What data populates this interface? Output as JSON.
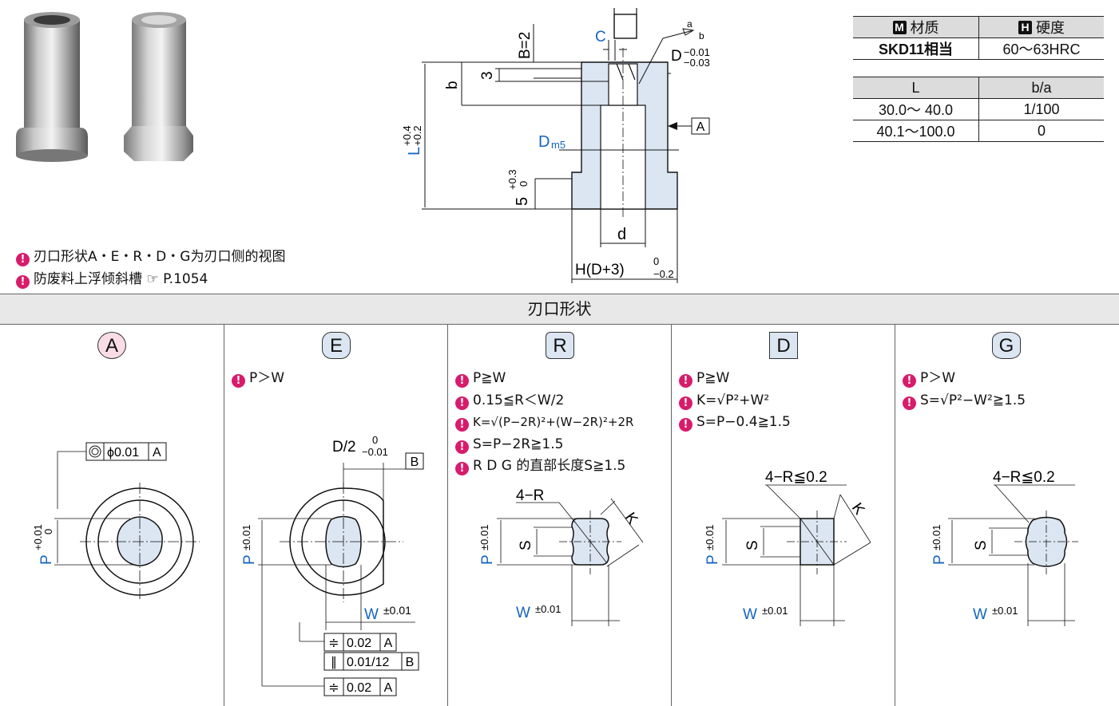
{
  "material_table": {
    "material_badge": "M",
    "material_header": "材质",
    "hardness_badge": "H",
    "hardness_header": "硬度",
    "material_value": "SKD11相当",
    "hardness_value": "60～63HRC"
  },
  "ratio_table": {
    "col1": "L",
    "col2": "b/a",
    "rows": [
      {
        "l": "30.0～ 40.0",
        "ba": "1/100"
      },
      {
        "l": "40.1～100.0",
        "ba": "0"
      }
    ]
  },
  "notes": [
    "刃口形状A・E・R・D・G为刃口侧的视图",
    "防废料上浮倾斜槽",
    "P.1054"
  ],
  "section_title": "刃口形状",
  "shapes": {
    "A": {
      "letter": "A",
      "conds": []
    },
    "E": {
      "letter": "E",
      "conds": [
        "P＞W"
      ]
    },
    "R": {
      "letter": "R",
      "conds": [
        "P≧W",
        "0.15≦R＜W/2",
        "K=√(P−2R)²+(W−2R)²+2R",
        "S=P−2R≧1.5",
        "R D G 的直部长度S≧1.5"
      ]
    },
    "D": {
      "letter": "D",
      "conds": [
        "P≧W",
        "K=√P²+W²",
        "S=P−0.4≧1.5"
      ]
    },
    "G": {
      "letter": "G",
      "conds": [
        "P＞W",
        "S=√P²−W²≧1.5"
      ]
    }
  },
  "main_drawing": {
    "B": "B=2",
    "C": "C",
    "a": "a",
    "b_top": "b",
    "D_tol": "D",
    "D_tol_up": "−0.01",
    "D_tol_low": "−0.03",
    "three": "3",
    "b": "b",
    "A_ref": "A",
    "Dm5_D": "D",
    "Dm5_sub": "m5",
    "L": "L",
    "L_up": "+0.4",
    "L_low": "+0.2",
    "five": "5",
    "five_up": "+0.3",
    "five_low": "0",
    "d": "d",
    "H": "H(D+3)",
    "H_up": "0",
    "H_low": "−0.2"
  },
  "shape_A": {
    "tol_phi": "ϕ0.01",
    "tol_ref": "A",
    "P": "P",
    "P_up": "+0.01",
    "P_low": "0"
  },
  "shape_E": {
    "D2": "D/2",
    "D2_up": "0",
    "D2_low": "−0.01",
    "B_ref": "B",
    "P": "P",
    "P_tol": "±0.01",
    "W": "W",
    "W_tol": "±0.01",
    "fc1_val": "0.02",
    "fc1_ref": "A",
    "fc2_val": "0.01/12",
    "fc2_ref": "B",
    "fc3_val": "0.02",
    "fc3_ref": "A"
  },
  "shape_R": {
    "label": "4−R",
    "K": "K",
    "S": "S",
    "P": "P",
    "P_tol": "±0.01",
    "W": "W",
    "W_tol": "±0.01"
  },
  "shape_D": {
    "label": "4−R≦0.2",
    "K": "K",
    "S": "S",
    "P": "P",
    "P_tol": "±0.01",
    "W": "W",
    "W_tol": "±0.01"
  },
  "shape_G": {
    "label": "4−R≦0.2",
    "S": "S",
    "P": "P",
    "P_tol": "±0.01",
    "W": "W",
    "W_tol": "±0.01"
  },
  "colors": {
    "accent_blue": "#1565c0",
    "bullet_pink": "#d81b6a",
    "fill_light": "#dbe6f2",
    "badge_A": "#f8dde6",
    "badge_blue": "#dbe6f2"
  }
}
